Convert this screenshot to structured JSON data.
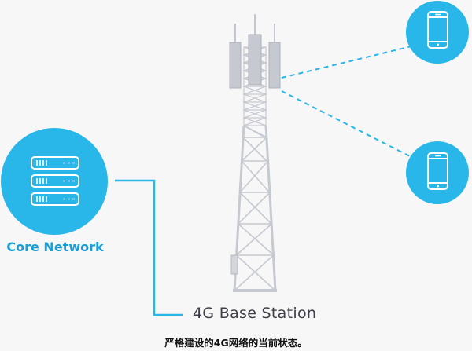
{
  "diagram": {
    "core_network_label": "Core Network",
    "base_station_label": "4G Base Station",
    "caption": "严格建设的4G网络的当前状态。"
  },
  "colors": {
    "accent": "#29b6e8",
    "tower": "#c7c9d0",
    "tower_dark": "#9ea1ab",
    "background": "#f7f7f8"
  }
}
